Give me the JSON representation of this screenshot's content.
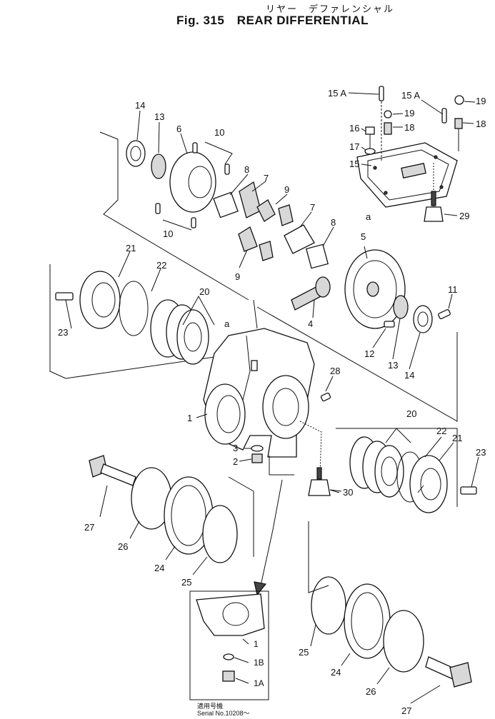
{
  "title": {
    "japanese": "リヤー　デファレンシャル",
    "english": "Fig. 315　REAR DIFFERENTIAL"
  },
  "labels": {
    "l1": "1",
    "l1b": "1",
    "l1B": "1B",
    "l1A": "1A",
    "l2": "2",
    "l3": "3",
    "l4": "4",
    "l5": "5",
    "l6": "6",
    "l7a": "7",
    "l7b": "7",
    "l8a": "8",
    "l8b": "8",
    "l9a": "9",
    "l9b": "9",
    "l10a": "10",
    "l10b": "10",
    "l11": "11",
    "l12": "12",
    "l13a": "13",
    "l13b": "13",
    "l14a": "14",
    "l14b": "14",
    "l15": "15",
    "l15Aa": "15 A",
    "l15Ab": "15 A",
    "l16": "16",
    "l17": "17",
    "l18a": "18",
    "l18b": "18",
    "l19a": "19",
    "l19b": "19",
    "l20a": "20",
    "l20b": "20",
    "l21a": "21",
    "l21b": "21",
    "l22a": "22",
    "l22b": "22",
    "l23a": "23",
    "l23b": "23",
    "l24a": "24",
    "l24b": "24",
    "l25a": "25",
    "l25b": "25",
    "l26a": "26",
    "l26b": "26",
    "l27a": "27",
    "l27b": "27",
    "l28": "28",
    "l29": "29",
    "l30": "30",
    "ref_a1": "a",
    "ref_a2": "a"
  },
  "inset": {
    "applies_jp": "適用号機",
    "serial": "Serial No.10208～"
  },
  "colors": {
    "ink": "#111111",
    "paper": "#ffffff"
  }
}
